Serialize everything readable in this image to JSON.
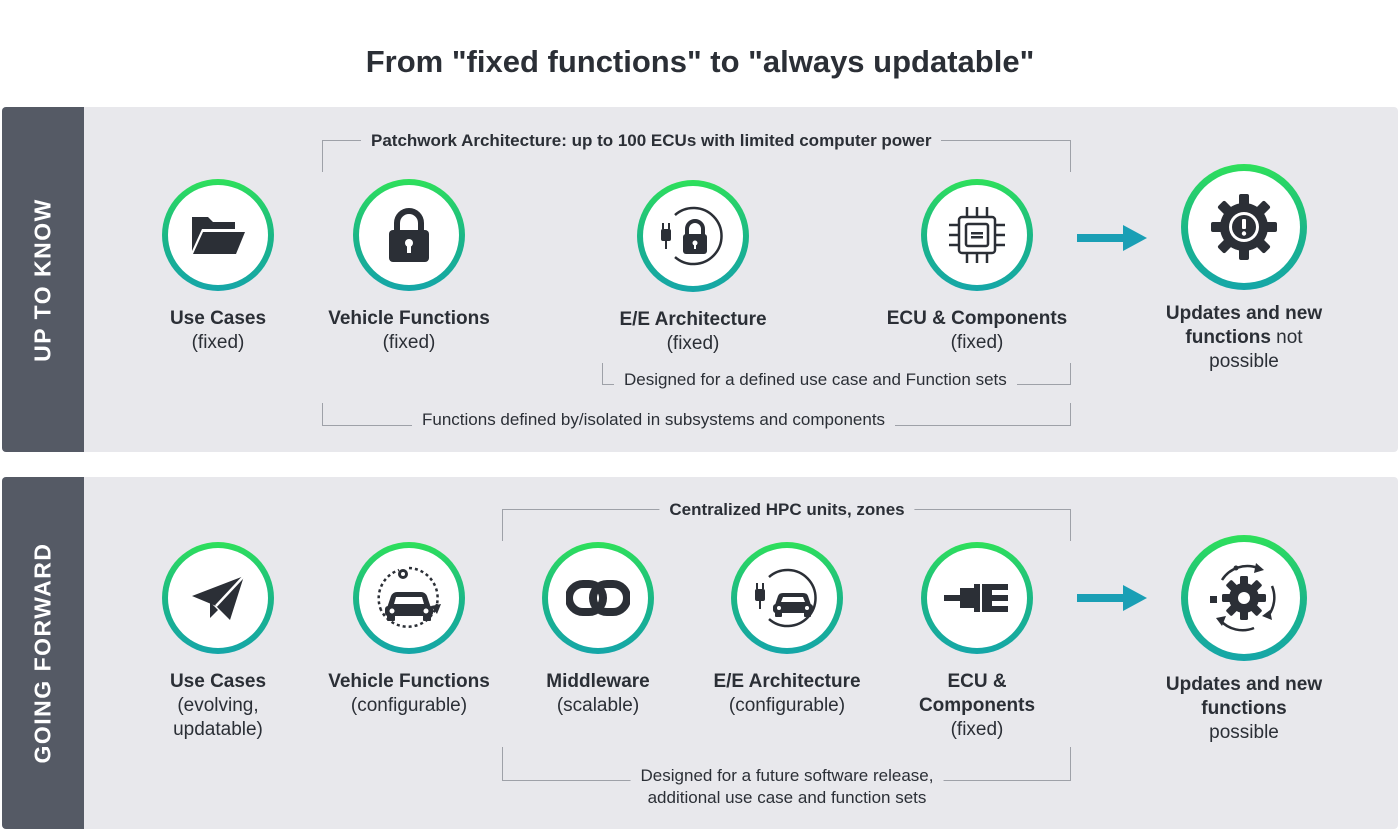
{
  "title": "From \"fixed functions\" to \"always updatable\"",
  "colors": {
    "panel_bg": "#e8e8ec",
    "side_bg": "#555a65",
    "gradient_top": "#2ee05a",
    "gradient_bottom": "#15a6a8",
    "arrow": "#1a9fb5",
    "icon": "#2b2f36"
  },
  "up_to_know": {
    "side_label": "UP TO KNOW",
    "top_bracket": "Patchwork Architecture: up to 100 ECUs with limited computer power",
    "bottom_bracket_1": "Designed for a defined use case and Function sets",
    "bottom_bracket_2": "Functions defined by/isolated in subsystems and components",
    "items": [
      {
        "icon": "folder-icon",
        "title": "Use Cases",
        "sub": "(fixed)"
      },
      {
        "icon": "lock-icon",
        "title": "Vehicle Functions",
        "sub": "(fixed)"
      },
      {
        "icon": "plug-lock-icon",
        "title": "E/E Architecture",
        "sub": "(fixed)"
      },
      {
        "icon": "chip-icon",
        "title": "ECU & Components",
        "sub": "(fixed)"
      }
    ],
    "result": {
      "icon": "gear-warning-icon",
      "bold_1": "Updates and new",
      "bold_2": "functions",
      "normal_2": " not",
      "normal_3": "possible"
    }
  },
  "going_forward": {
    "side_label": "GOING FORWARD",
    "top_bracket": "Centralized HPC units, zones",
    "bottom_bracket_line1": "Designed for a future software release,",
    "bottom_bracket_line2": "additional use case and function sets",
    "items": [
      {
        "icon": "paper-plane-icon",
        "title": "Use Cases",
        "sub1": "(evolving,",
        "sub2": "updatable)"
      },
      {
        "icon": "car-cycle-icon",
        "title": "Vehicle Functions",
        "sub1": "(configurable)"
      },
      {
        "icon": "chain-link-icon",
        "title": "Middleware",
        "sub1": "(scalable)"
      },
      {
        "icon": "plug-car-icon",
        "title": "E/E Architecture",
        "sub1": "(configurable)"
      },
      {
        "icon": "connector-icon",
        "title1": "ECU &",
        "title2": "Components",
        "sub1": "(fixed)"
      }
    ],
    "result": {
      "icon": "gear-cycle-icon",
      "bold_1": "Updates and new",
      "bold_2": "functions",
      "normal_3": "possible"
    }
  }
}
